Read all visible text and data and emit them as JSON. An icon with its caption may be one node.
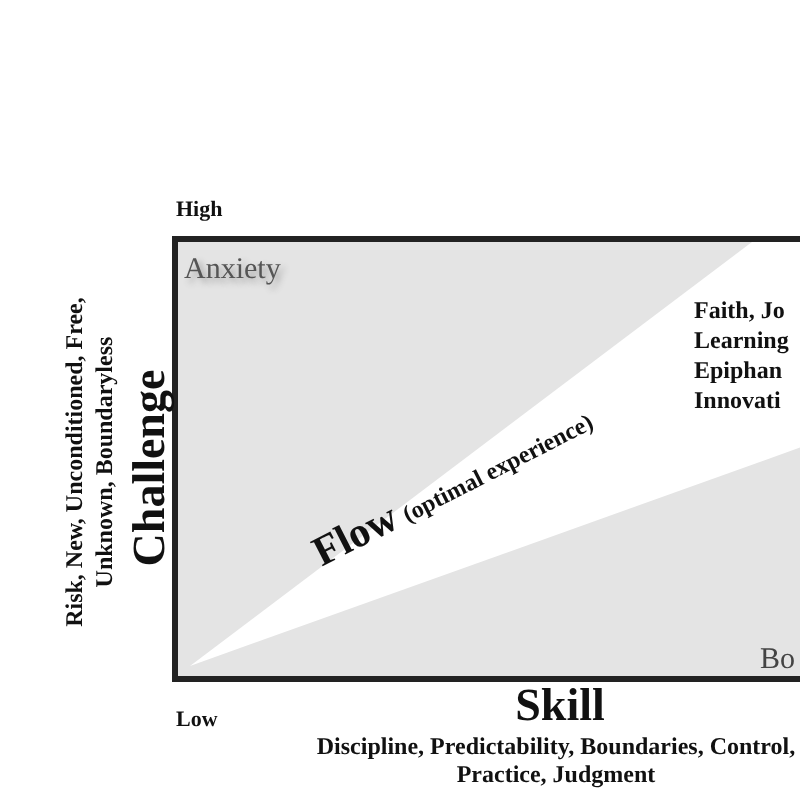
{
  "diagram": {
    "labels": [
      "High",
      "Anxiety",
      "Faith, Jo",
      "Learning",
      "Epiphan",
      "Innovati",
      "Risk, New, Unconditioned, Free, Unknown, Boundaryless",
      "Challenge",
      "Flow",
      "(optimal experience)",
      "Bo",
      "Low",
      "Skill",
      "Discipline, Predictability, Boundaries, Control, Practice, Judgment"
    ]
  }
}
